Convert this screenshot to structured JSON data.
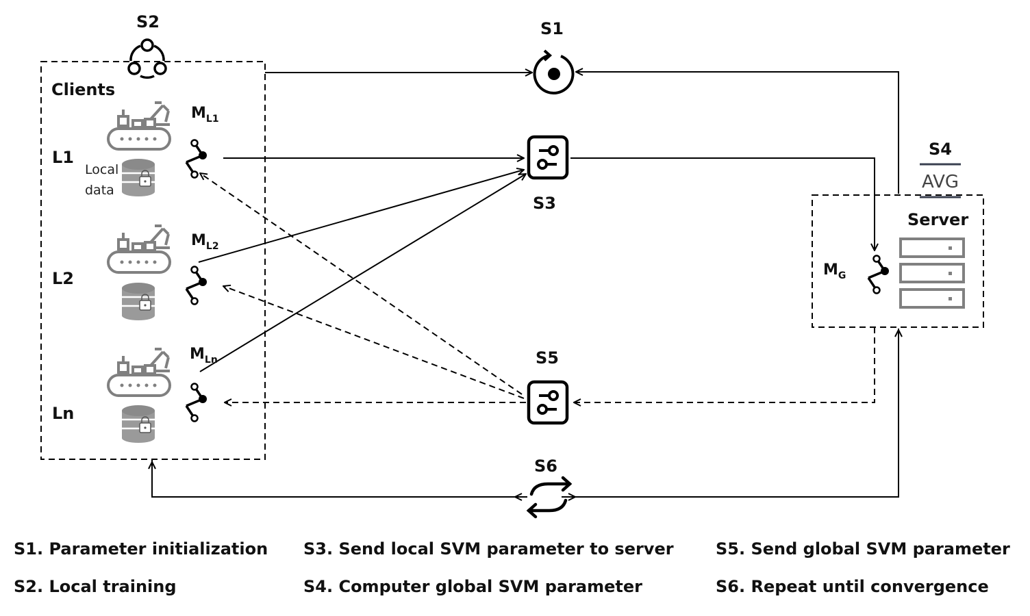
{
  "labels": {
    "s1": "S1",
    "s2": "S2",
    "s3": "S3",
    "s4": "S4",
    "s5": "S5",
    "s6": "S6",
    "clients": "Clients",
    "server": "Server",
    "l1": "L1",
    "l2": "L2",
    "ln": "Ln",
    "local_data_1": "Local",
    "local_data_2": "data",
    "avg": "AVG",
    "m": "M",
    "ml1_sub": "L1",
    "ml2_sub": "L2",
    "mln_sub": "Ln",
    "mg_sub": "G"
  },
  "legend": {
    "s1": "S1. Parameter initialization",
    "s2": "S2. Local training",
    "s3": "S3. Send local SVM parameter to server",
    "s4": "S4. Computer global SVM parameter",
    "s5": "S5. Send global SVM parameter",
    "s6": "S6. Repeat until convergence"
  },
  "icons": {
    "s1": "record-reset-icon",
    "s2": "cycle-nodes-icon",
    "s3": "settings-sliders-icon",
    "s5": "settings-sliders-icon",
    "s6": "repeat-arrows-icon",
    "factory": "factory-robot-arm-icon",
    "database": "locked-database-icon",
    "model": "share-nodes-icon",
    "server": "server-rack-icon"
  },
  "colors": {
    "line": "#000000",
    "icon_gray": "#808080"
  }
}
